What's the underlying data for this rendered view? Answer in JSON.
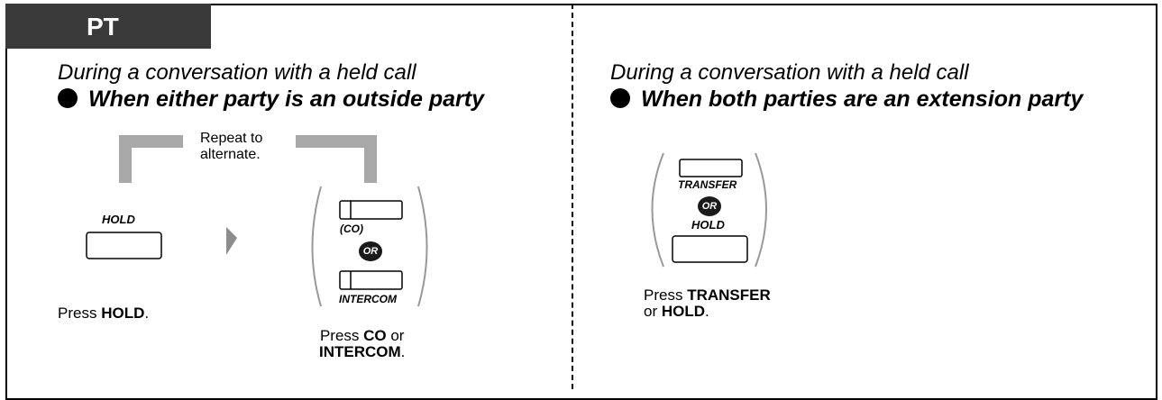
{
  "tab": {
    "label": "PT"
  },
  "left": {
    "intro": "During a conversation with a held call",
    "condition": "When either party is an outside party",
    "repeat_line1": "Repeat to",
    "repeat_line2": "alternate.",
    "hold_key_label": "HOLD",
    "step1_prefix": "Press ",
    "step1_bold": "HOLD",
    "step1_suffix": ".",
    "co_key_label": "(CO)",
    "or_label": "OR",
    "intercom_key_label": "INTERCOM",
    "step2_prefix": "Press ",
    "step2_bold1": "CO",
    "step2_mid": " or",
    "step2_bold2": "INTERCOM",
    "step2_suffix": "."
  },
  "right": {
    "intro": "During a conversation with a held call",
    "condition": "When both parties are an extension party",
    "transfer_key_label": "TRANSFER",
    "or_label": "OR",
    "hold_key_label": "HOLD",
    "step_prefix": "Press ",
    "step_bold1": "TRANSFER",
    "step_mid": "or ",
    "step_bold2": "HOLD",
    "step_suffix": "."
  },
  "colors": {
    "tab_bg": "#3a3a3a",
    "bracket_gray": "#a8a8a8",
    "arrow_gray": "#8c8c8c"
  }
}
